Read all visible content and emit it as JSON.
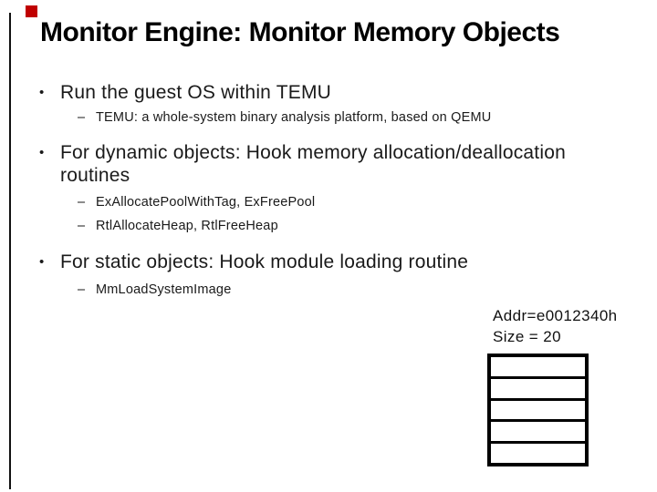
{
  "slide": {
    "title": "Monitor Engine: Monitor Memory Objects",
    "glyphs": {
      "bullet": "•",
      "dash": "–"
    },
    "bullets": [
      {
        "text": "Run the guest OS within TEMU",
        "subs": [
          "TEMU: a whole-system binary analysis platform, based on QEMU"
        ]
      },
      {
        "text": "For dynamic objects: Hook memory allocation/deallocation routines",
        "subs": [
          "ExAllocatePoolWithTag, ExFreePool",
          "RtlAllocateHeap, RtlFreeHeap"
        ]
      },
      {
        "text": "For static objects: Hook module loading routine",
        "subs": [
          "MmLoadSystemImage"
        ]
      }
    ],
    "memory_diagram": {
      "address_label": "Addr=e0012340h",
      "size_label": "Size = 20",
      "cell_count": 5
    },
    "colors": {
      "accent_red": "#c00000",
      "text": "#1a1a1a",
      "border": "#000000"
    }
  }
}
